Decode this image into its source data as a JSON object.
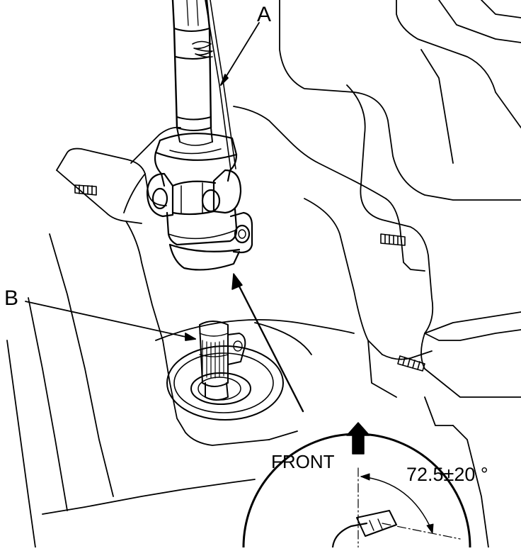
{
  "diagram": {
    "callouts": {
      "a": "A",
      "b": "B"
    },
    "detail": {
      "direction_label": "FRONT",
      "angle_spec": "72.5±20 °"
    },
    "colors": {
      "line": "#000000",
      "background": "#ffffff"
    }
  }
}
